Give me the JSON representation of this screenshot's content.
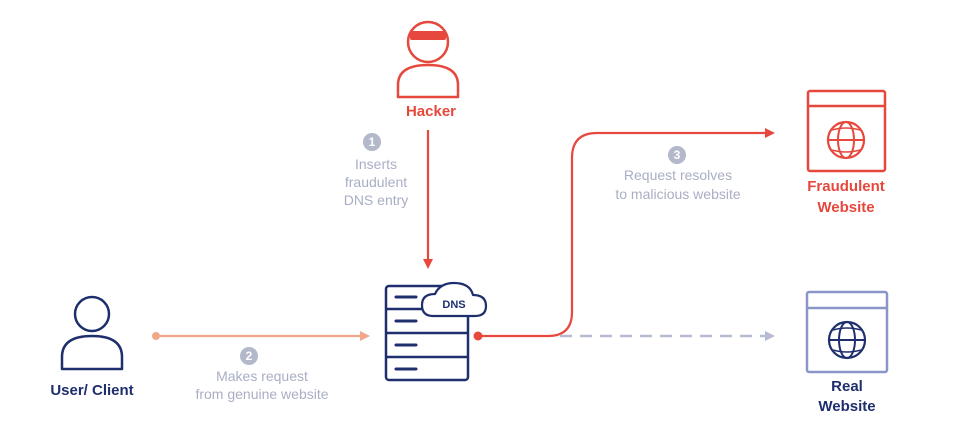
{
  "colors": {
    "navy": "#1f2f6e",
    "red": "#e6483d",
    "salmon": "#f2a68a",
    "grey_text": "#a9aec4",
    "grey_circle": "#b3b8cb",
    "dash": "#b7bbd2",
    "light_navy": "#8a96c8"
  },
  "nodes": {
    "hacker": {
      "label": "Hacker",
      "icon": "hacker-icon"
    },
    "user": {
      "label": "User/ Client",
      "icon": "user-icon"
    },
    "dns": {
      "label": "DNS",
      "icon": "dns-server-icon"
    },
    "fraudulent": {
      "label_line1": "Fraudulent",
      "label_line2": "Website",
      "icon": "fraudulent-website-icon"
    },
    "real": {
      "label_line1": "Real",
      "label_line2": "Website",
      "icon": "real-website-icon"
    }
  },
  "steps": [
    {
      "number": "1",
      "lines": [
        "Inserts",
        "fraudulent",
        "DNS entry"
      ]
    },
    {
      "number": "2",
      "lines": [
        "Makes request",
        "from genuine website"
      ]
    },
    {
      "number": "3",
      "lines": [
        "Request resolves",
        "to malicious website"
      ]
    }
  ]
}
